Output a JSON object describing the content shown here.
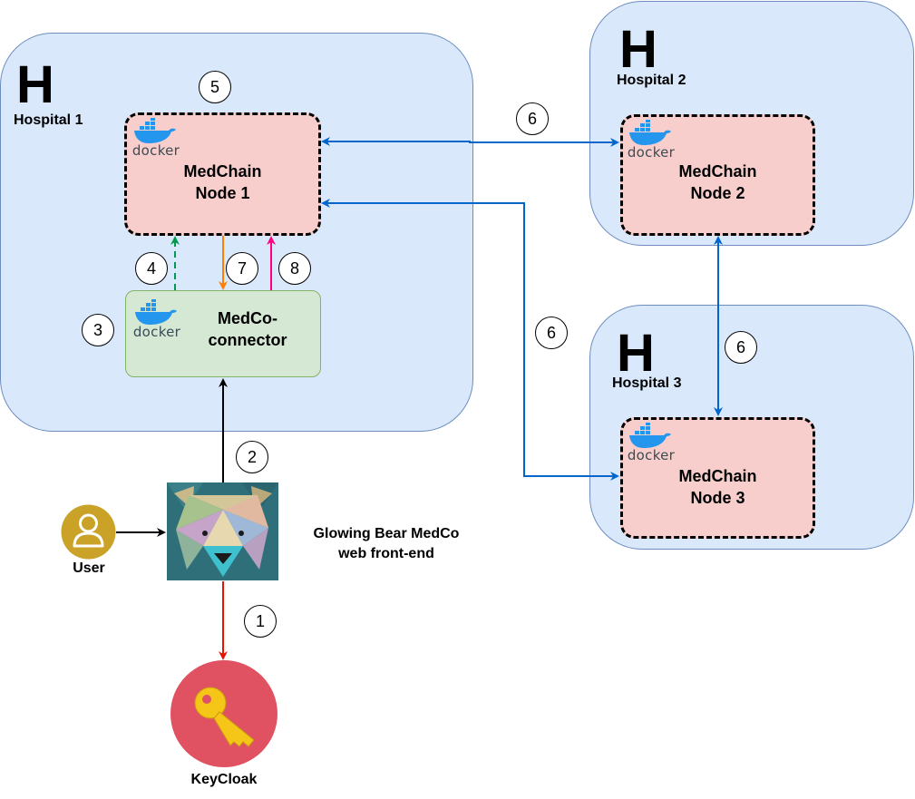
{
  "hospitals": [
    {
      "letter": "H",
      "label": "Hospital 1"
    },
    {
      "letter": "H",
      "label": "Hospital 2"
    },
    {
      "letter": "H",
      "label": "Hospital 3"
    }
  ],
  "nodes": [
    {
      "line1": "MedChain",
      "line2": "Node 1"
    },
    {
      "line1": "MedChain",
      "line2": "Node 2"
    },
    {
      "line1": "MedChain",
      "line2": "Node 3"
    }
  ],
  "connector": {
    "line1": "MedCo-",
    "line2": "connector"
  },
  "docker_label": "docker",
  "steps": [
    "1",
    "2",
    "3",
    "4",
    "5",
    "6",
    "7",
    "8"
  ],
  "user_label": "User",
  "frontend": {
    "line1": "Glowing Bear MedCo",
    "line2": "web front-end"
  },
  "keycloak_label": "KeyCloak",
  "colors": {
    "hospital_fill": "#dae8fc",
    "node_fill": "#f8cecc",
    "connector_fill": "#d5e8d4",
    "blue_link": "#0066cc",
    "red_link": "#e51400",
    "green_link": "#00994d",
    "orange_link": "#ff8000",
    "pink_link": "#ff0080",
    "user_icon": "#c9a227",
    "keycloak_icon": "#e05262"
  },
  "icons": [
    "docker-icon",
    "user-icon",
    "polar-bear-icon",
    "key-icon"
  ]
}
